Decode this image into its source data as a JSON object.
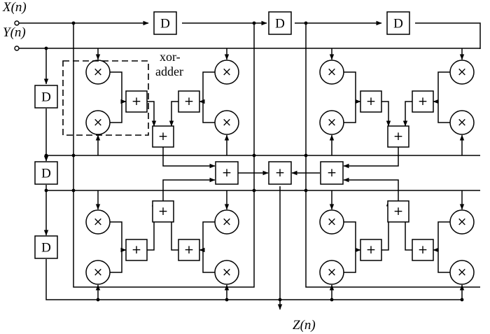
{
  "signals": {
    "input_x": "X(n)",
    "input_y": "Y(n)",
    "output_z": "Z(n)"
  },
  "labels": {
    "delay": "D",
    "multiply": "×",
    "add": "+",
    "xor_adder_line1": "xor-",
    "xor_adder_line2": "adder"
  }
}
